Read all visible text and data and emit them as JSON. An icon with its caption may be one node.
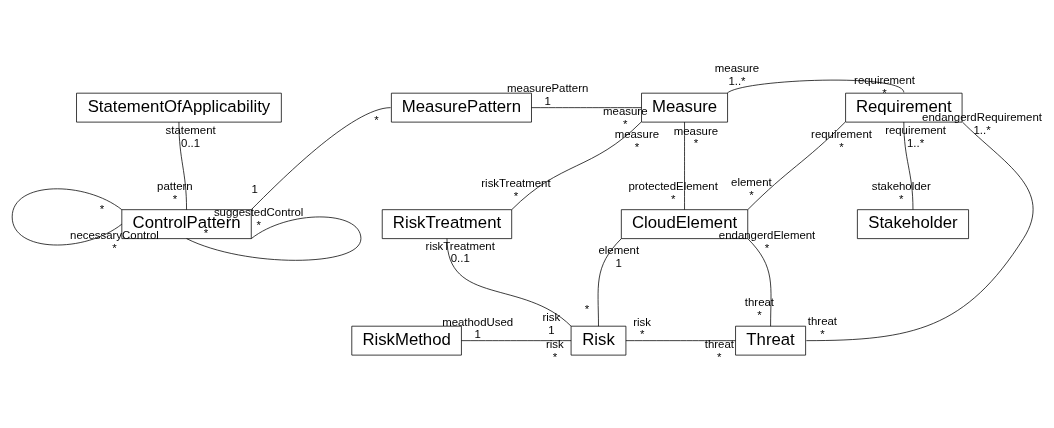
{
  "diagram": {
    "nodes": [
      {
        "text": [
          "StatementOfApplicability"
        ]
      },
      {
        "text": [
          "MeasurePattern"
        ]
      },
      {
        "text": [
          "Measure"
        ]
      },
      {
        "text": [
          "Requirement"
        ]
      },
      {
        "text": [
          "ControlPattern"
        ]
      },
      {
        "text": [
          "RiskTreatment"
        ]
      },
      {
        "text": [
          "CloudElement"
        ]
      },
      {
        "text": [
          "Stakeholder"
        ]
      },
      {
        "text": [
          "RiskMethod"
        ]
      },
      {
        "text": [
          "Risk"
        ]
      },
      {
        "text": [
          "Threat"
        ]
      }
    ],
    "edges": [
      {
        "from": 0,
        "to": 4,
        "arrow": "none"
      },
      {
        "from": 4,
        "to": 4,
        "arrow": "none"
      },
      {
        "from": 4,
        "to": 4,
        "arrow": "none"
      },
      {
        "from": 4,
        "to": 1,
        "arrow": "none"
      },
      {
        "from": 1,
        "to": 2,
        "arrow": "none"
      },
      {
        "from": 2,
        "to": 3,
        "arrow": "none"
      },
      {
        "from": 2,
        "to": 5,
        "arrow": "none"
      },
      {
        "from": 2,
        "to": 6,
        "arrow": "none"
      },
      {
        "from": 3,
        "to": 6,
        "arrow": "none"
      },
      {
        "from": 3,
        "to": 7,
        "arrow": "none"
      },
      {
        "from": 3,
        "to": 10,
        "arrow": "none"
      },
      {
        "from": 6,
        "to": 9,
        "arrow": "none"
      },
      {
        "from": 6,
        "to": 10,
        "arrow": "none"
      },
      {
        "from": 5,
        "to": 9,
        "arrow": "none"
      },
      {
        "from": 9,
        "to": 10,
        "arrow": "none"
      },
      {
        "from": 8,
        "to": 9,
        "arrow": "none"
      }
    ],
    "labels": [
      "statement",
      "0..1",
      "pattern",
      "*",
      "*",
      "necessaryControl",
      "*",
      "*",
      "suggestedControl",
      "*",
      "1",
      "*",
      "measurePattern",
      "1",
      "measure",
      "*",
      "measure",
      "1..*",
      "requirement",
      "*",
      "measure",
      "*",
      "riskTreatment",
      "*",
      "measure",
      "*",
      "protectedElement",
      "*",
      "requirement",
      "*",
      "element",
      "*",
      "requirement",
      "1..*",
      "stakeholder",
      "*",
      "endangerdRequirement",
      "1..*",
      "threat",
      "*",
      "element",
      "1",
      "*",
      "endangerdElement",
      "*",
      "threat",
      "*",
      "riskTreatment",
      "0..1",
      "risk",
      "1",
      "risk",
      "*",
      "threat",
      "*",
      "meathodUsed",
      "1",
      "risk",
      "*"
    ]
  }
}
